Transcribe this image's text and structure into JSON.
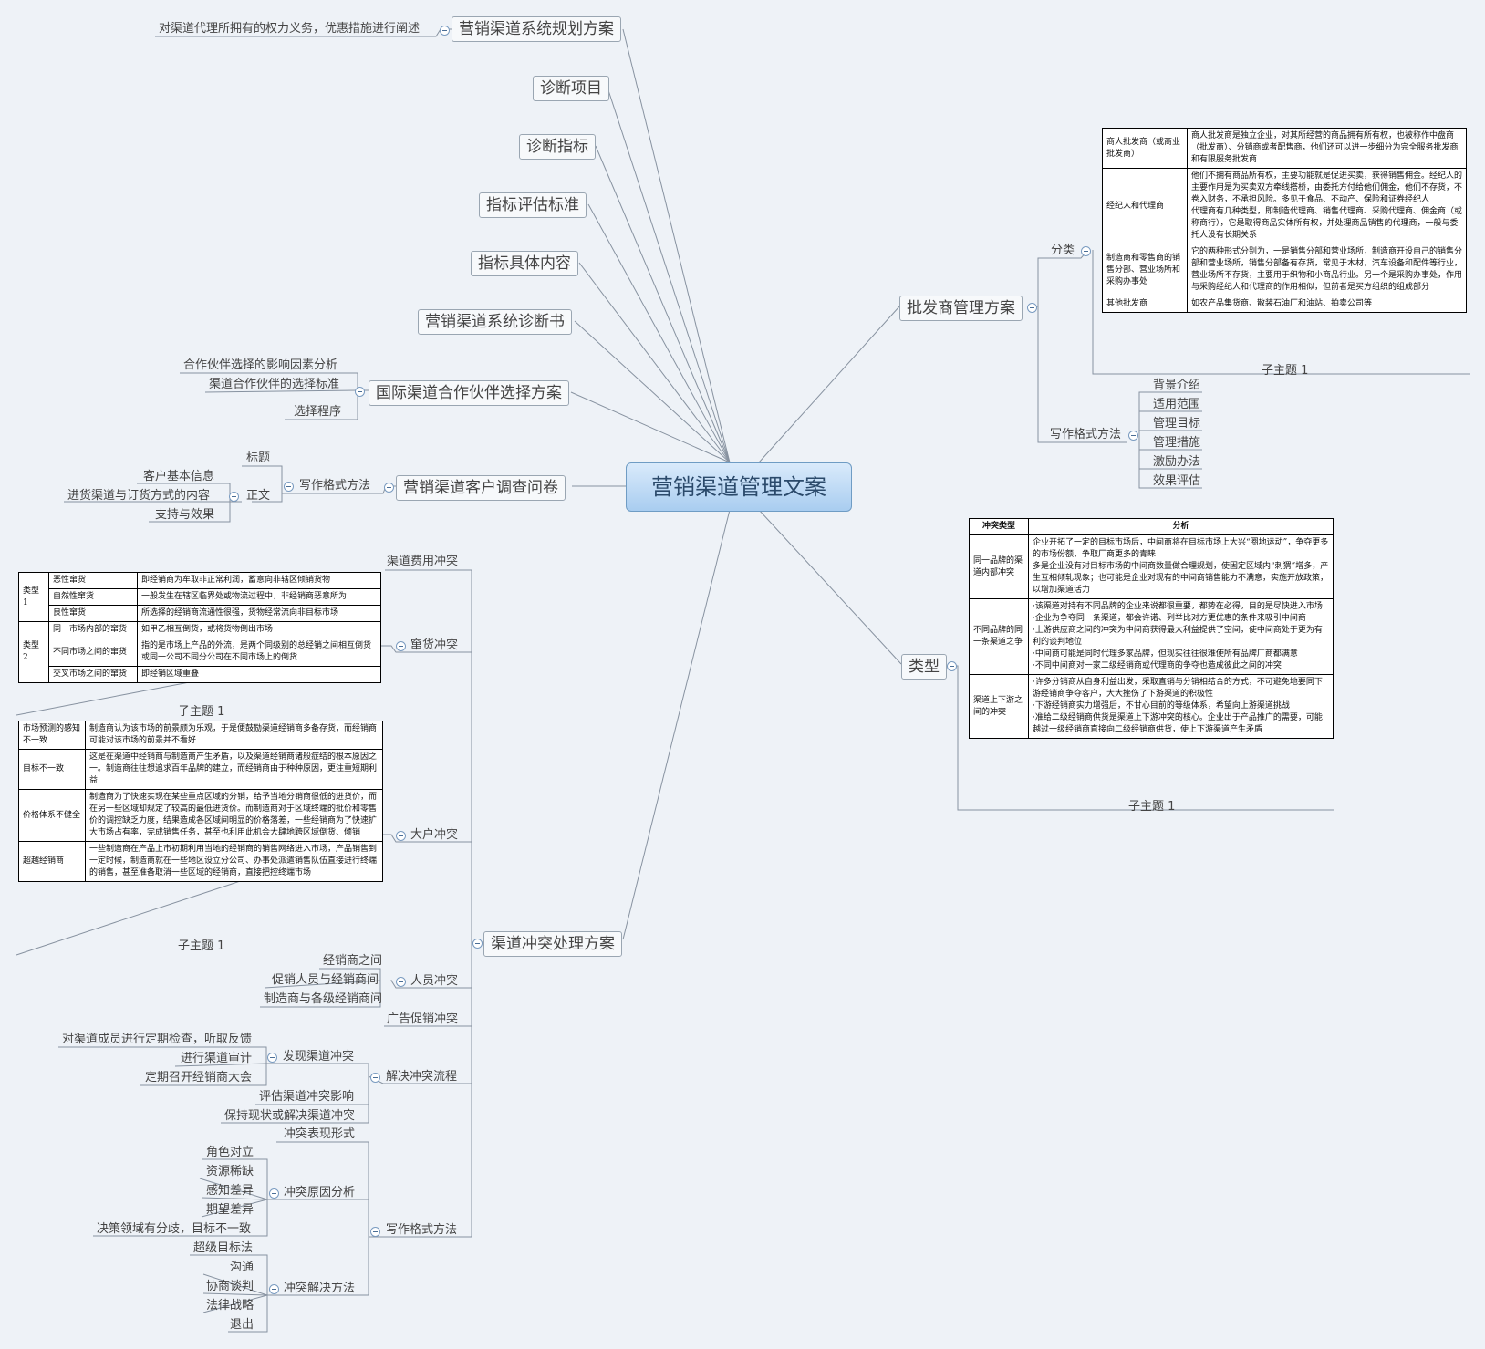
{
  "root": "营销渠道管理文案",
  "left_top": {
    "plan": "营销渠道系统规划方案",
    "plan_detail": "对渠道代理所拥有的权力义务，优惠措施进行阐述",
    "diag_item": "诊断项目",
    "diag_index": "诊断指标",
    "index_std": "指标评估标准",
    "index_content": "指标具体内容",
    "diag_book": "营销渠道系统诊断书",
    "intl": "国际渠道合作伙伴选择方案",
    "intl_children": [
      "合作伙伴选择的影响因素分析",
      "渠道合作伙伴的选择标准",
      "选择程序"
    ],
    "survey": "营销渠道客户调查问卷",
    "survey_method": "写作格式方法",
    "survey_title": "标题",
    "survey_body": "正文",
    "survey_body_children": [
      "客户基本信息",
      "进货渠道与订货方式的内容",
      "支持与效果"
    ]
  },
  "conflict": {
    "main": "渠道冲突处理方案",
    "fee": "渠道费用冲突",
    "smuggle": "窜货冲突",
    "smuggle_caption": "子主题 1",
    "smuggle_table": [
      [
        "类型 1",
        "恶性窜货",
        "即经销商为牟取非正常利润，蓄意向非辖区倾销货物"
      ],
      [
        "",
        "自然性窜货",
        "一般发生在辖区临界处或物流过程中，非经销商恶意所为"
      ],
      [
        "",
        "良性窜货",
        "所选择的经销商流通性很强，货物经常流向非目标市场"
      ],
      [
        "类型 2",
        "同一市场内部的窜货",
        "如甲乙相互倒货，或将货物倒出市场"
      ],
      [
        "",
        "不同市场之间的窜货",
        "指的是市场上产品的外流，是两个同级别的总经销之间相互倒货或同一公司不同分公司在不同市场上的倒货"
      ],
      [
        "",
        "交叉市场之间的窜货",
        "即经销区域重叠"
      ]
    ],
    "big": "大户冲突",
    "big_caption": "子主题 1",
    "big_table": [
      [
        "市场预测的感知不一致",
        "制造商认为该市场的前景颇为乐观，于是便鼓励渠道经销商多备存货，而经销商可能对该市场的前景并不看好"
      ],
      [
        "目标不一致",
        "这是在渠道中经销商与制造商产生矛盾，以及渠道经销商诸般症结的根本原因之一。制造商往往想追求百年品牌的建立，而经销商由于种种原因，更注重短期利益"
      ],
      [
        "价格体系不健全",
        "制造商为了快速实现在某些重点区域的分销，给予当地分销商很低的进货价，而在另一些区域却规定了较高的最低进货价。而制造商对于区域终端的批价和零售价的调控缺乏力度，结果造成各区域间明显的价格落差，一些经销商为了快速扩大市场占有率，完成销售任务，甚至也利用此机会大肆地跨区域倒货、倾销"
      ],
      [
        "超越经销商",
        "一些制造商在产品上市初期利用当地的经销商的销售网络进入市场，产品销售到一定时候，制造商就在一些地区设立分公司、办事处派遣销售队伍直接进行终端的销售，甚至准备取消一些区域的经销商，直接把控终端市场"
      ]
    ],
    "staff": "人员冲突",
    "staff_children": [
      "经销商之间",
      "促销人员与经销商间",
      "制造商与各级经销商间"
    ],
    "ad": "广告促销冲突",
    "resolve": "解决冲突流程",
    "discover": "发现渠道冲突",
    "discover_children": [
      "对渠道成员进行定期检查，听取反馈",
      "进行渠道审计",
      "定期召开经销商大会"
    ],
    "evaluate": "评估渠道冲突影响",
    "keep": "保持现状或解决渠道冲突",
    "write": "写作格式方法",
    "form": "冲突表现形式",
    "cause": "冲突原因分析",
    "cause_children": [
      "角色对立",
      "资源稀缺",
      "感知差异",
      "期望差异",
      "决策领域有分歧，目标不一致"
    ],
    "solve": "冲突解决方法",
    "solve_children": [
      "超级目标法",
      "沟通",
      "协商谈判",
      "法律战略",
      "退出"
    ]
  },
  "wholesale": {
    "main": "批发商管理方案",
    "classify": "分类",
    "caption": "子主题 1",
    "table": [
      [
        "商人批发商（或商业批发商）",
        "商人批发商是独立企业，对其所经营的商品拥有所有权，也被称作中盘商（批发商）、分销商或者配售商，他们还可以进一步细分为完全服务批发商和有限服务批发商"
      ],
      [
        "经纪人和代理商",
        "他们不拥有商品所有权，主要功能就是促进买卖，获得销售佣金。经纪人的主要作用是为买卖双方牵线搭桥，由委托方付给他们佣金，他们不存货，不卷入财务，不承担风险。多见于食品、不动产、保险和证券经纪人\n代理商有几种类型，即制造代理商、销售代理商、采购代理商、佣金商（或称商行），它是取得商品实体所有权，并处理商品销售的代理商，一般与委托人没有长期关系"
      ],
      [
        "制造商和零售商的销售分部、营业场所和采购办事处",
        "它的两种形式分别为，一是销售分部和营业场所，制造商开设自己的销售分部和营业场所，销售分部备有存货，常见于木材，汽车设备和配件等行业，营业场所不存货，主要用于织物和小商品行业。另一个是采购办事处，作用与采购经纪人和代理商的作用相似，但前者是买方组织的组成部分"
      ],
      [
        "其他批发商",
        "如农产品集货商、散装石油厂和油站、拍卖公司等"
      ]
    ],
    "write": "写作格式方法",
    "write_children": [
      "背景介绍",
      "适用范围",
      "管理目标",
      "管理措施",
      "激励办法",
      "效果评估"
    ]
  },
  "types": {
    "main": "类型",
    "caption": "子主题 1",
    "header": [
      "冲突类型",
      "分析"
    ],
    "table": [
      [
        "同一品牌的渠道内部冲突",
        "企业开拓了一定的目标市场后，中间商将在目标市场上大兴“圈地运动”，争夺更多的市场份额，争取厂商更多的青睐\n多是企业没有对目标市场的中间商数量做合理规划，使固定区域内“刺猬”增多，产生互相倾轧现象；也可能是企业对现有的中间商销售能力不满意，实施开放政策，以增加渠道活力"
      ],
      [
        "不同品牌的同一条渠道之争",
        "·该渠道对持有不同品牌的企业来说都很重要，都势在必得，目的是尽快进入市场\n·企业为争夺同一条渠道，都会许诺、列举比对方更优惠的条件来吸引中间商\n·上游供应商之间的冲突为中间商获得最大利益提供了空间，使中间商处于更为有利的谈判地位\n·中间商可能是同时代理多家品牌，但现实往往很难使所有品牌厂商都满意\n·不同中间商对一家二级经销商或代理商的争夺也造成彼此之间的冲突"
      ],
      [
        "渠道上下游之间的冲突",
        "·许多分销商从自身利益出发，采取直销与分销相结合的方式，不可避免地要同下游经销商争夺客户，大大挫伤了下游渠道的积极性\n·下游经销商实力增强后，不甘心目前的等级体系，希望向上游渠道挑战\n·准给二级经销商供货是渠道上下游冲突的核心。企业出于产品推广的需要，可能越过一级经销商直接向二级经销商供货，使上下游渠道产生矛盾"
      ]
    ]
  }
}
